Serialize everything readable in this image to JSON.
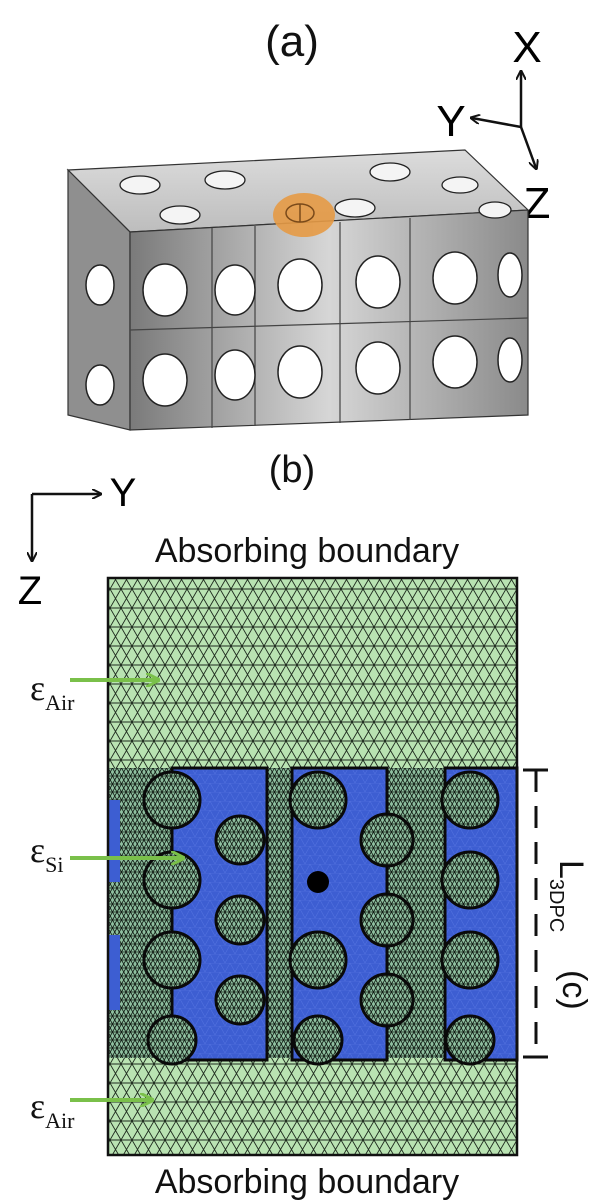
{
  "panel_a": {
    "label": "(a)",
    "axis_x": "X",
    "axis_y": "Y",
    "axis_z": "Z"
  },
  "panel_b": {
    "label": "(b)",
    "axis_y": "Y",
    "axis_z": "Z",
    "boundary_top": "Absorbing boundary",
    "boundary_bottom": "Absorbing boundary",
    "eps_air_top": {
      "symbol": "ε",
      "subscript": "Air"
    },
    "eps_si": {
      "symbol": "ε",
      "subscript": "Si"
    },
    "eps_air_bottom": {
      "symbol": "ε",
      "subscript": "Air"
    },
    "length_label": {
      "symbol": "L",
      "subscript": "3DPC"
    },
    "panel_c_label": "(c)"
  },
  "colors": {
    "crystal_gray": "#b8b8b8",
    "mesh_green": "#b7e0b0",
    "silicon_blue": "#3f5fd0",
    "arrow_green": "#7ac04a",
    "source_orange": "#e69a45"
  },
  "icons": [
    "cube-crystal-illustration",
    "orange-dipole-source",
    "axis-arrows"
  ]
}
